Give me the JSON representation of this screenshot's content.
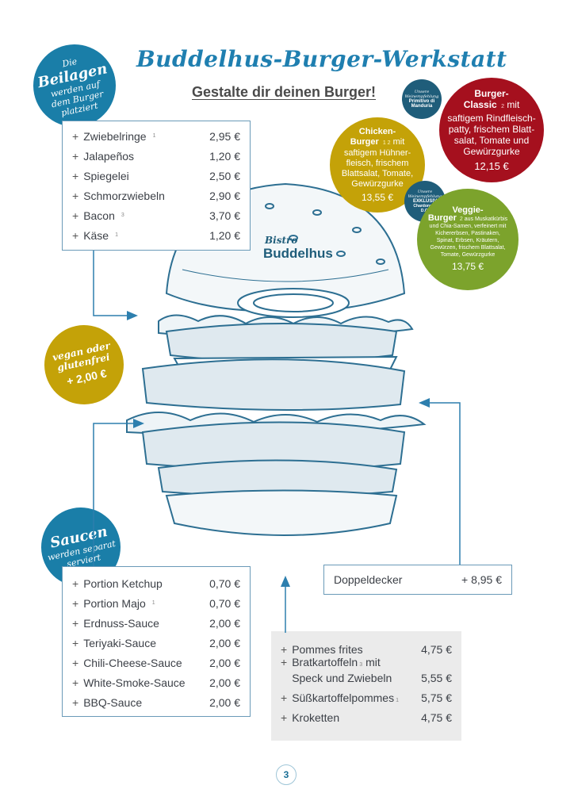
{
  "title": "Buddelhus-Burger-Werkstatt",
  "subtitle": "Gestalte dir deinen Burger!",
  "beilagen_badge": {
    "line1": "Die",
    "line2": "Beilagen",
    "line3": "werden auf",
    "line4": "dem Burger",
    "line5": "platziert"
  },
  "beilagen": [
    {
      "name": "Zwiebelringe",
      "note": "1",
      "price": "2,95 €"
    },
    {
      "name": "Jalapeños",
      "note": "",
      "price": "1,20 €"
    },
    {
      "name": "Spiegelei",
      "note": "",
      "price": "2,50 €"
    },
    {
      "name": "Schmorzwiebeln",
      "note": "",
      "price": "2,90 €"
    },
    {
      "name": "Bacon",
      "note": "3",
      "price": "3,70 €"
    },
    {
      "name": "Käse",
      "note": "1",
      "price": "1,20 €"
    }
  ],
  "plus": "+",
  "vegan_badge": {
    "line1": "vegan oder",
    "line2": "glutenfrei",
    "line3": "+ 2,00 €"
  },
  "saucen_badge": {
    "line1": "Saucen",
    "line2": "werden separat",
    "line3": "serviert"
  },
  "saucen": [
    {
      "name": "Portion Ketchup",
      "note": "",
      "price": "0,70 €"
    },
    {
      "name": "Portion Majo",
      "note": "1",
      "price": "0,70 €"
    },
    {
      "name": "Erdnuss-Sauce",
      "note": "",
      "price": "2,00 €"
    },
    {
      "name": "Teriyaki-Sauce",
      "note": "",
      "price": "2,00 €"
    },
    {
      "name": "Chili-Cheese-Sauce",
      "note": "",
      "price": "2,00 €"
    },
    {
      "name": "White-Smoke-Sauce",
      "note": "",
      "price": "2,00 €"
    },
    {
      "name": "BBQ-Sauce",
      "note": "",
      "price": "2,00 €"
    }
  ],
  "pommes": [
    {
      "name": "Pommes frites",
      "name2": "",
      "note": "",
      "price": "4,75 €"
    },
    {
      "name": "Bratkartoffeln",
      "note": "3",
      "name_suffix": "mit",
      "name2": "Speck und Zwiebeln",
      "price": "5,55 €"
    },
    {
      "name": "Süßkartoffelpommes",
      "name2": "",
      "note": "1",
      "price": "5,75 €"
    },
    {
      "name": "Kroketten",
      "name2": "",
      "note": "",
      "price": "4,75 €"
    }
  ],
  "doppeldecker": {
    "name": "Doppeldecker",
    "price": "+ 8,95 €"
  },
  "bun_text": {
    "line1": "Bistro",
    "line2": "Buddelhus"
  },
  "wine1": {
    "line1": "Unsere",
    "line2": "Weinempfehlung",
    "line3": "Primitivo di",
    "line4": "Manduria"
  },
  "wine2": {
    "line1": "Unsere",
    "line2": "Weinempfehlung",
    "line3": "EXKLUSIV",
    "line4": "Chardonnay",
    "line5": "D.Q."
  },
  "classic": {
    "name": "Burger-",
    "name2": "Classic",
    "note": "2",
    "desc_start": "mit",
    "desc": "saftigem Rindfleisch-patty, frischem Blatt-salat, Tomate und Gewürzgurke",
    "price": "12,15 €"
  },
  "chicken": {
    "name": "Chicken-",
    "name2": "Burger",
    "note": "1 2",
    "desc_start": "mit",
    "desc": "saftigem Hühner-fleisch, frischem Blattsalat, Tomate, Gewürzgurke",
    "price": "13,55 €"
  },
  "veggie": {
    "name": "Veggie-",
    "name2": "Burger",
    "note": "2",
    "desc_start": "aus",
    "desc": "Muskatkürbis und Chia-Samen, verfeinert mit Kichererbsen, Pastinaken, Spinat, Erbsen, Kräutern, Gewürzen, frischem Blattsalat, Tomate, Gewürzgurke",
    "price": "13,75 €"
  },
  "page_number": "3",
  "colors": {
    "blue": "#1a7ea8",
    "red": "#a5101e",
    "gold": "#c4a208",
    "green": "#7ca32c",
    "navy": "#1f5d7a"
  }
}
